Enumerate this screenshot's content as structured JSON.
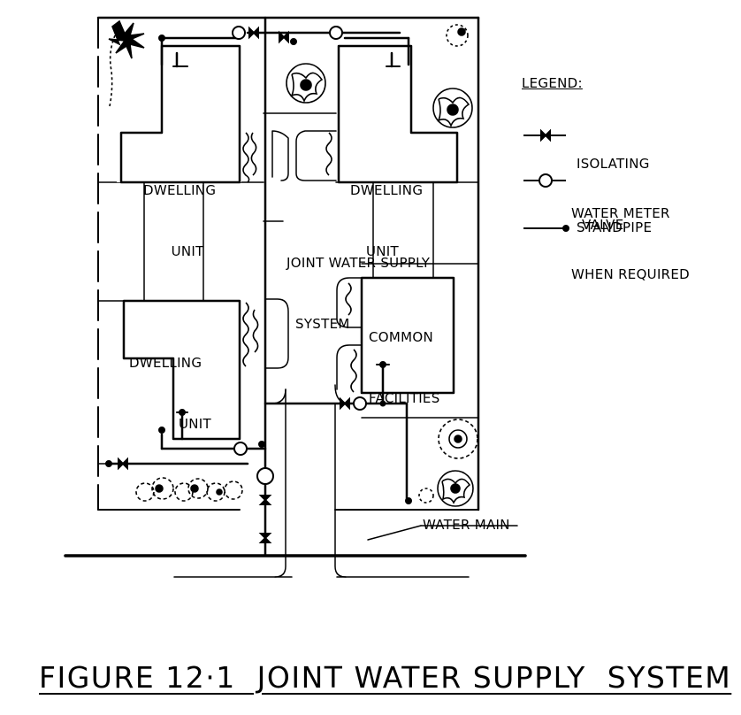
{
  "figure": {
    "caption": "FIGURE 12·1  JOINT WATER SUPPLY  SYSTEM"
  },
  "buildings": {
    "dwelling_1": [
      "DWELLING",
      "UNIT"
    ],
    "dwelling_2": [
      "DWELLING",
      "UNIT"
    ],
    "dwelling_3": [
      "DWELLING",
      "UNIT"
    ],
    "common": [
      "COMMON",
      "FACILITIES"
    ]
  },
  "labels": {
    "joint_supply": [
      "JOINT WATER SUPPLY",
      "SYSTEM"
    ],
    "water_main": "WATER MAIN"
  },
  "legend": {
    "title": "LEGEND:",
    "items": [
      {
        "symbol": "isolating-valve",
        "text": [
          "ISOLATING",
          "VALVE"
        ]
      },
      {
        "symbol": "water-meter",
        "text": [
          "WATER METER",
          "WHEN REQUIRED"
        ]
      },
      {
        "symbol": "standpipe",
        "text": [
          "STANDPIPE"
        ]
      }
    ]
  },
  "colors": {
    "ink": "#000000",
    "paper": "#ffffff"
  }
}
